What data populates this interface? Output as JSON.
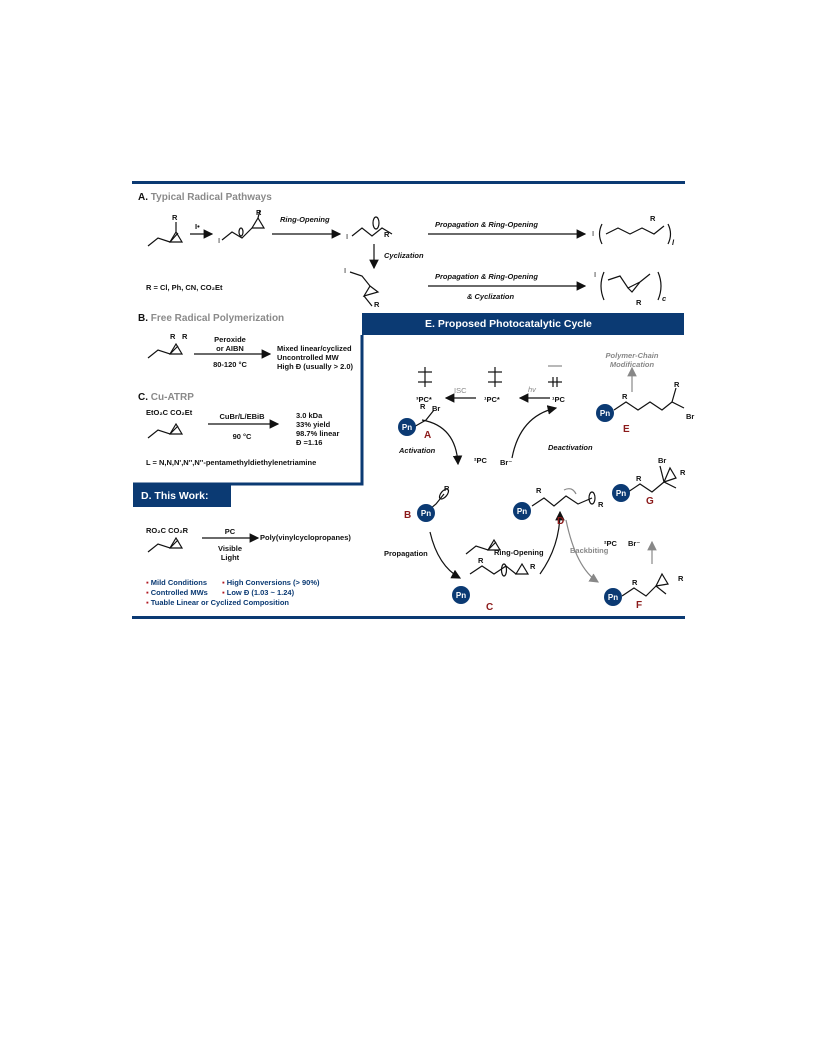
{
  "sectionA": {
    "letter": "A.",
    "title": "Typical Radical Pathways",
    "initiator": "I•",
    "ring_opening": "Ring-Opening",
    "prop_ring_opening": "Propagation & Ring-Opening",
    "cyclization": "Cyclization",
    "prop_ring_opening2": "Propagation & Ring-Opening",
    "and_cyclization": "& Cyclization",
    "r_def": "R = Cl, Ph, CN, CO₂Et",
    "r": "R",
    "i": "I",
    "l": "l",
    "c": "c"
  },
  "sectionB": {
    "letter": "B.",
    "title": "Free Radical Polymerization",
    "reagent1": "Peroxide",
    "reagent2": "or AIBN",
    "temp": "80-120 °C",
    "result1": "Mixed linear/cyclized",
    "result2": "Uncontrolled MW",
    "result3": "High Đ (usually > 2.0)"
  },
  "sectionC": {
    "letter": "C.",
    "title": "Cu-ATRP",
    "substituents": "EtO₂C   CO₂Et",
    "reagent": "CuBr/L/EBiB",
    "temp": "90 °C",
    "result1": "3.0 kDa",
    "result2": "33% yield",
    "result3": "98.7% linear",
    "result4": "Đ =1.16",
    "ligand": "L = N,N,N',N'',N''-pentamethyldiethylenetriamine"
  },
  "sectionD": {
    "header": "D. This Work:",
    "substituents": "RO₂C   CO₂R",
    "reagent": "PC",
    "cond1": "Visible",
    "cond2": "Light",
    "product": "Poly(vinylcyclopropanes)",
    "features": [
      {
        "text": "Mild Conditions"
      },
      {
        "text": "High Conversions (> 90%)"
      },
      {
        "text": "Controlled MWs"
      },
      {
        "text": "Low Đ (1.03 ~ 1.24)"
      },
      {
        "text": "Tuable  Linear or Cyclized Composition"
      }
    ]
  },
  "sectionE": {
    "header": "E. Proposed Photocatalytic Cycle",
    "isc": "ISC",
    "hv": "hv",
    "pc3": "³PC*",
    "pc1s": "¹PC*",
    "pc1": "¹PC",
    "pc2": "²PC",
    "br_minus": "Br⁻",
    "activation": "Activation",
    "deactivation": "Deactivation",
    "propagation": "Propagation",
    "ring_opening": "Ring-Opening",
    "backbiting": "Backbiting",
    "modification1": "Polymer-Chain",
    "modification2": "Modification",
    "pn": "Pn",
    "br": "Br",
    "r": "R",
    "labels": {
      "A": "A",
      "B": "B",
      "C": "C",
      "D": "D",
      "E": "E",
      "F": "F",
      "G": "G"
    }
  },
  "colors": {
    "navy": "#0b3a73",
    "red_label": "#8b1a1a",
    "bullet": "#b0151e",
    "gray": "#888888"
  }
}
